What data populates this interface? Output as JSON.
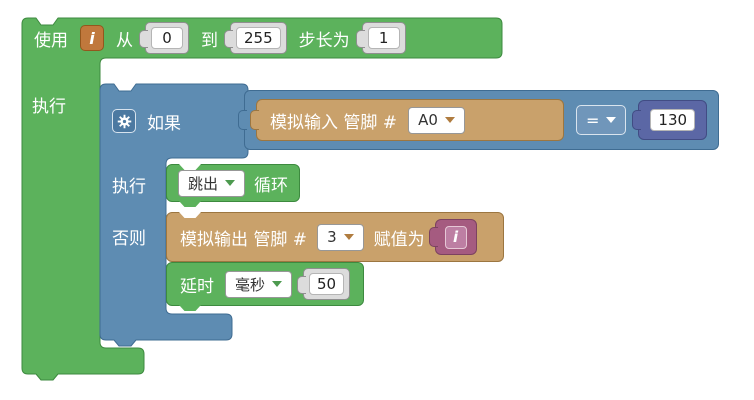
{
  "colors": {
    "loop_green": "#5cb25c",
    "logic_blue": "#5e8cb2",
    "math_blue": "#5b67a5",
    "io_tan": "#c9a16b",
    "variable_magenta": "#a55b80",
    "loop_var_orange": "#c0783c",
    "canvas": "#ffffff"
  },
  "for_loop": {
    "use_label": "使用",
    "variable": "i",
    "from_label": "从",
    "from_value": "0",
    "to_label": "到",
    "to_value": "255",
    "step_label": "步长为",
    "step_value": "1",
    "do_label": "执行"
  },
  "if_block": {
    "if_label": "如果",
    "do_label": "执行",
    "else_label": "否则"
  },
  "condition": {
    "analog_read_label": "模拟输入 管脚 #",
    "pin": "A0",
    "operator": "=",
    "compare_value": "130"
  },
  "break_block": {
    "action": "跳出",
    "suffix_label": "循环"
  },
  "analog_write": {
    "label": "模拟输出 管脚 #",
    "pin": "3",
    "assign_label": "赋值为",
    "variable": "i"
  },
  "delay_block": {
    "label": "延时",
    "unit": "毫秒",
    "value": "50"
  }
}
